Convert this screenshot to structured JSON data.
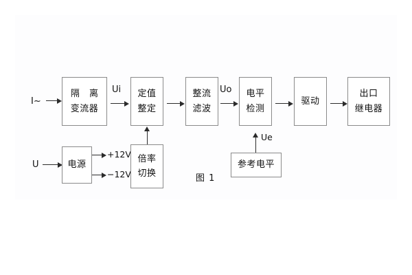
{
  "figure": {
    "caption": "图 1",
    "inputs": {
      "current": "I~",
      "voltage": "U"
    },
    "blocks": [
      {
        "id": "isolation-ct",
        "lines": [
          "隔 离",
          "变流器"
        ]
      },
      {
        "id": "setting",
        "lines": [
          "定值",
          "整定"
        ]
      },
      {
        "id": "rectifier-filter",
        "lines": [
          "整流",
          "滤波"
        ]
      },
      {
        "id": "level-detect",
        "lines": [
          "电平",
          "检测"
        ]
      },
      {
        "id": "driver",
        "lines": [
          "驱动"
        ]
      },
      {
        "id": "output-relay",
        "lines": [
          "出口",
          "继电器"
        ]
      },
      {
        "id": "power-supply",
        "lines": [
          "电源"
        ]
      },
      {
        "id": "ratio-switch",
        "lines": [
          "倍率",
          "切换"
        ]
      },
      {
        "id": "reference-level",
        "lines": [
          "参考电平"
        ]
      }
    ],
    "signals": {
      "ui": "Ui",
      "uo": "Uo",
      "ue": "Ue",
      "rail_positive": "+12V",
      "rail_negative": "−12V"
    },
    "colors": {
      "block_border": "#8a8a8a",
      "line": "#2b2b2b",
      "text": "#101010",
      "background": "#ffffff"
    }
  }
}
